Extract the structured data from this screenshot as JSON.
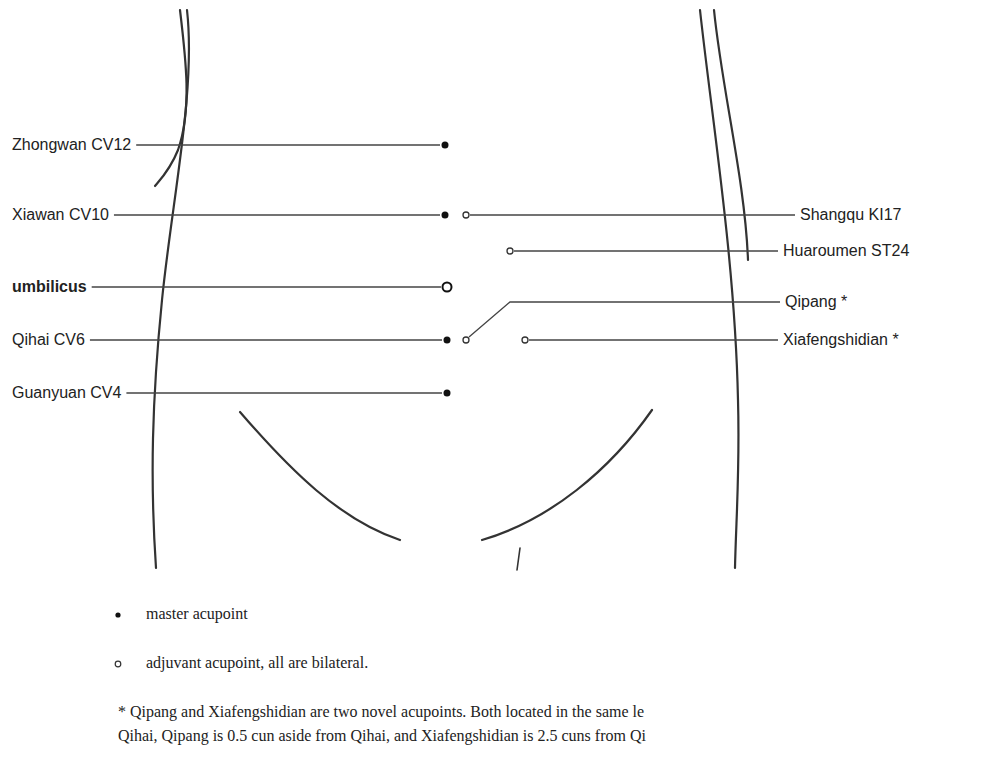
{
  "diagram": {
    "labels": [
      "Zhongwan CV12",
      "Xiawan CV10",
      "umbilicus",
      "Qihai CV6",
      "Guanyuan CV4",
      "Shangqu KI17",
      "Huaroumen ST24",
      "Qipang *",
      "Xiafengshidian *",
      "* Qipang and Xiafengshidian are two novel acupoints. Both located in the same le",
      "Qihai, Qipang is 0.5 cun aside from Qihai, and Xiafengshidian is 2.5 cuns from Qi"
    ],
    "legend": [
      {
        "text": "master acupoint"
      },
      {
        "text": "adjuvant acupoint, all are bilateral."
      }
    ]
  }
}
